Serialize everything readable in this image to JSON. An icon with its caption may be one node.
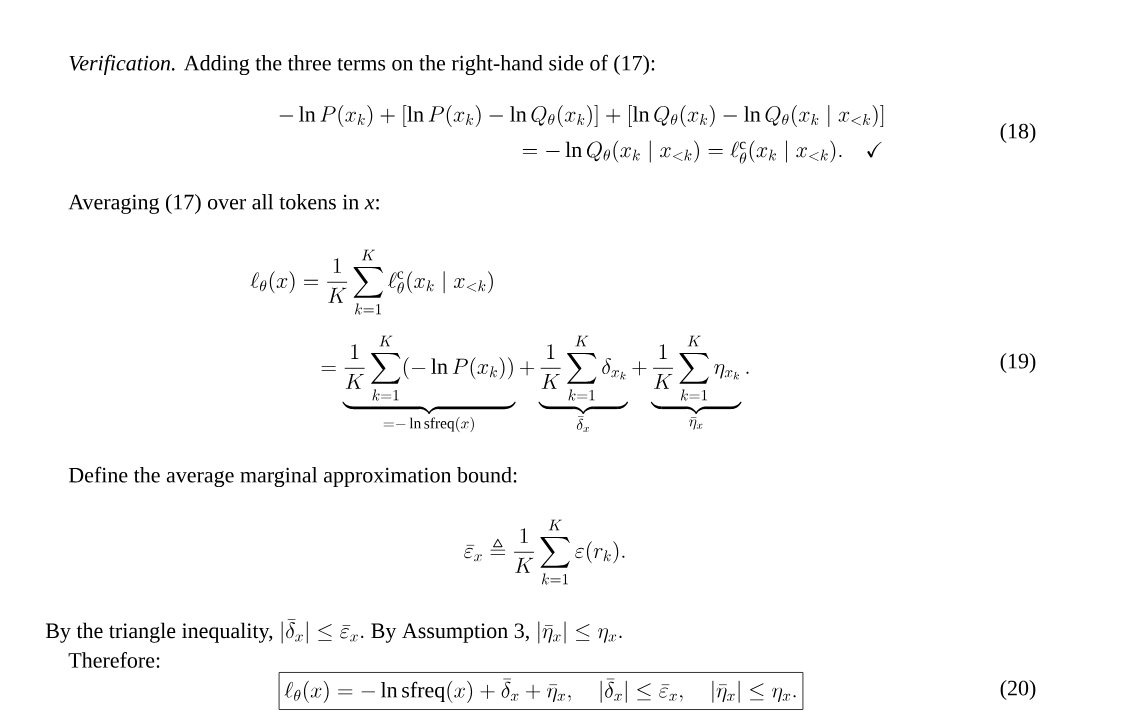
{
  "diagram": {
    "nodes": [
      {
        "text": [
          "\\ell_\\theta(x) = -\\ln \\mathrm{sfreq}(x) + \\bar{\\delta}_x + \\bar{\\eta}_x, \\quad |\\bar{\\delta}_x| \\le \\bar{\\varepsilon}_x, \\quad |\\bar{\\eta}_x| \\le \\eta_x."
        ]
      }
    ],
    "labels": [
      "*Verification.* Adding the three terms on the right-hand side of (17):",
      "-\\ln P(x_k) + [\\ln P(x_k) - \\ln Q_\\theta(x_k)] + [\\ln Q_\\theta(x_k) - \\ln Q_\\theta(x_k \\mid x_{<k})]",
      "= -\\ln Q_\\theta(x_k \\mid x_{<k}) = \\ell^{\\mathrm{c}}_\\theta(x_k \\mid x_{<k}). \\quad \\checkmark",
      "(18)",
      "Averaging (17) over all tokens in *x*:",
      "\\ell_\\theta(x) = \\frac{1}{K}\\sum_{k=1}^{K} \\ell^{\\mathrm{c}}_\\theta(x_k \\mid x_{<k})",
      "= \\underbrace{\\frac{1}{K}\\sum_{k=1}^{K}(-\\ln P(x_k))}_{=-\\ln \\mathrm{sfreq}(x)} + \\underbrace{\\frac{1}{K}\\sum_{k=1}^{K}\\delta_{x_k}}_{\\bar{\\delta}_x} + \\underbrace{\\frac{1}{K}\\sum_{k=1}^{K}\\eta_{x_k}}_{\\bar{\\eta}_x}.",
      "(19)",
      "Define the average marginal approximation bound:",
      "\\bar{\\varepsilon}_x \\triangleq \\frac{1}{K}\\sum_{k=1}^{K}\\varepsilon(r_k).",
      "By the triangle inequality,",
      "|\\bar{\\delta}_x| \\le \\bar{\\varepsilon}_x.",
      "By Assumption 3,",
      "|\\bar{\\eta}_x| \\le \\eta_x.",
      "Therefore:",
      "(20)"
    ]
  }
}
